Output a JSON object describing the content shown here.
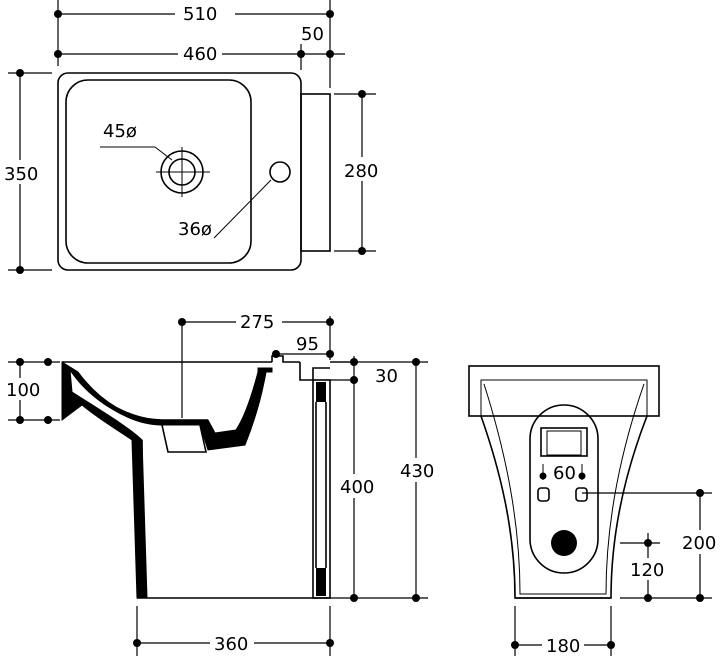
{
  "top_view": {
    "width_overall": "510",
    "width_basin": "460",
    "width_offset": "50",
    "depth_overall": "350",
    "depth_back": "280",
    "tap_hole": "45ø",
    "overflow_hole": "36ø"
  },
  "side_view": {
    "tap_offset": "275",
    "wall_offset": "95",
    "bowl_depth": "100",
    "rim_thickness": "30",
    "pedestal_height": "400",
    "total_height": "430",
    "base_width": "360"
  },
  "rear_view": {
    "fixing_spacing": "60",
    "fixing_height": "200",
    "waste_height": "120",
    "base_width": "180"
  }
}
